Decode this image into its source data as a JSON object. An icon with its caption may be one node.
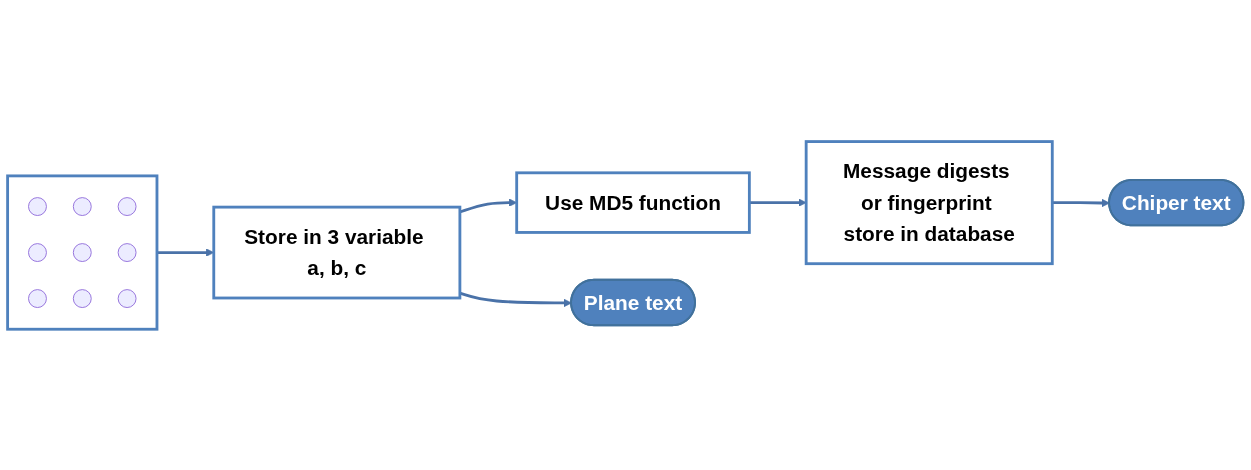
{
  "diagram": {
    "nodes": [
      {
        "text": [],
        "shape": "picture"
      },
      {
        "text": [
          "Store in 3 variable a, b, c"
        ]
      },
      {
        "text": [
          "Use MD5 function"
        ]
      },
      {
        "text": [
          "Message digests or fingerprint store in database"
        ]
      },
      {
        "text": [
          "Plane text"
        ]
      },
      {
        "text": [
          "Chiper text"
        ]
      }
    ],
    "edges": [
      {
        "from": 0,
        "to": 1,
        "arrow": "to"
      },
      {
        "from": 1,
        "to": 2,
        "arrow": "to"
      },
      {
        "from": 2,
        "to": 3,
        "arrow": "to"
      },
      {
        "from": 1,
        "to": 4,
        "arrow": "to"
      },
      {
        "from": 3,
        "to": 5,
        "arrow": "to"
      }
    ]
  }
}
